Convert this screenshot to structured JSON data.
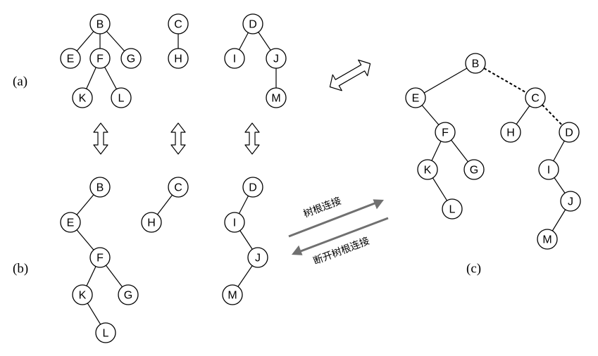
{
  "labels": {
    "a": "(a)",
    "b": "(b)",
    "c": "(c)"
  },
  "conversion": {
    "forward": "树根连接",
    "backward": "断开树根连接",
    "color": "#707070"
  },
  "trees_a": [
    {
      "root": "B",
      "edges": [
        [
          "B",
          "E"
        ],
        [
          "B",
          "F"
        ],
        [
          "B",
          "G"
        ],
        [
          "F",
          "K"
        ],
        [
          "F",
          "L"
        ]
      ]
    },
    {
      "root": "C",
      "edges": [
        [
          "C",
          "H"
        ]
      ]
    },
    {
      "root": "D",
      "edges": [
        [
          "D",
          "I"
        ],
        [
          "D",
          "J"
        ],
        [
          "J",
          "M"
        ]
      ]
    }
  ],
  "trees_b": [
    {
      "root": "B",
      "edges": [
        [
          "B",
          "E"
        ],
        [
          "E",
          "F"
        ],
        [
          "F",
          "K"
        ],
        [
          "F",
          "G"
        ],
        [
          "K",
          "L"
        ]
      ]
    },
    {
      "root": "C",
      "edges": [
        [
          "C",
          "H"
        ]
      ]
    },
    {
      "root": "D",
      "edges": [
        [
          "D",
          "I"
        ],
        [
          "I",
          "J"
        ],
        [
          "J",
          "M"
        ]
      ]
    }
  ],
  "tree_c": {
    "root": "B",
    "edges": [
      [
        "B",
        "E"
      ],
      [
        "E",
        "F"
      ],
      [
        "F",
        "K"
      ],
      [
        "F",
        "G"
      ],
      [
        "K",
        "L"
      ],
      [
        "C",
        "H"
      ],
      [
        "D",
        "I"
      ],
      [
        "I",
        "J"
      ],
      [
        "J",
        "M"
      ]
    ],
    "root_links": [
      [
        "B",
        "C"
      ],
      [
        "C",
        "D"
      ]
    ]
  }
}
